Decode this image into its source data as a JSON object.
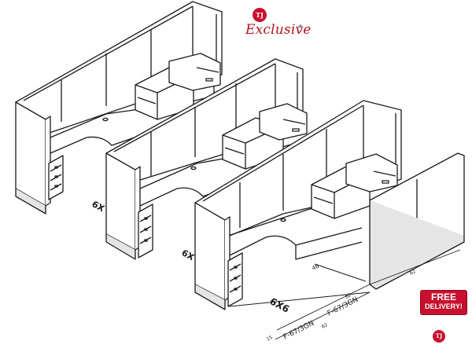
{
  "brand": {
    "logo_text": "TJ",
    "name": "Exclusive",
    "color": "#b1121f"
  },
  "badge": {
    "line1": "FREE",
    "line2": "DELIVERY!",
    "color": "#c8102e"
  },
  "corner_logo": {
    "text": "TJ"
  },
  "dimension_labels": {
    "layout": "6X6",
    "station_label_1": "6X",
    "station_label_2": "6X",
    "panel_code_1": "F-67/3GN",
    "panel_code_2": "F-67/3GN",
    "dim_62_a": "62",
    "dim_62_b": "62",
    "dim_62_c": "62",
    "dim_15": "15",
    "dim_48": "48"
  },
  "colors": {
    "line": "#1a1a1a",
    "panel_fill": "#ffffff",
    "base": "#e5e5e5"
  }
}
